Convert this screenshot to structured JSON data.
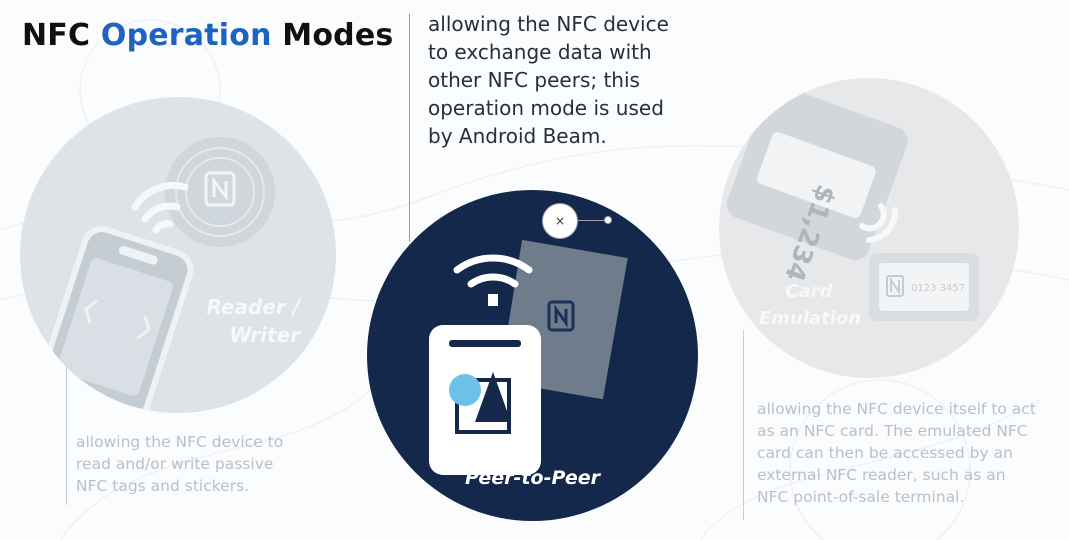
{
  "title": {
    "part1": "NFC ",
    "accent": "Operation",
    "part2": " Modes"
  },
  "peer_description": "allowing the NFC device\nto exchange data with\nother NFC peers; this\noperation mode is used\nby Android Beam.",
  "reader_writer": {
    "label": "Reader /\nWriter",
    "description": "allowing the NFC device to\nread and/or write passive\nNFC tags and stickers."
  },
  "peer_to_peer": {
    "label": "Peer-to-Peer"
  },
  "card_emulation": {
    "label": "Card\nEmulation",
    "description": "allowing the NFC device itself to act\nas an NFC card. The emulated NFC\ncard can then be accessed by an\nexternal NFC reader, such as an\nNFC point-of-sale terminal.",
    "card_amount": "$1,234",
    "card_number": "0123 3457"
  },
  "colors": {
    "accent": "#1f63c2",
    "navy": "#13284a",
    "light_blue": "#6cc1e8"
  },
  "icons": [
    "nfc-logo-icon",
    "wifi-waves-icon",
    "phone-icon",
    "close-icon"
  ]
}
